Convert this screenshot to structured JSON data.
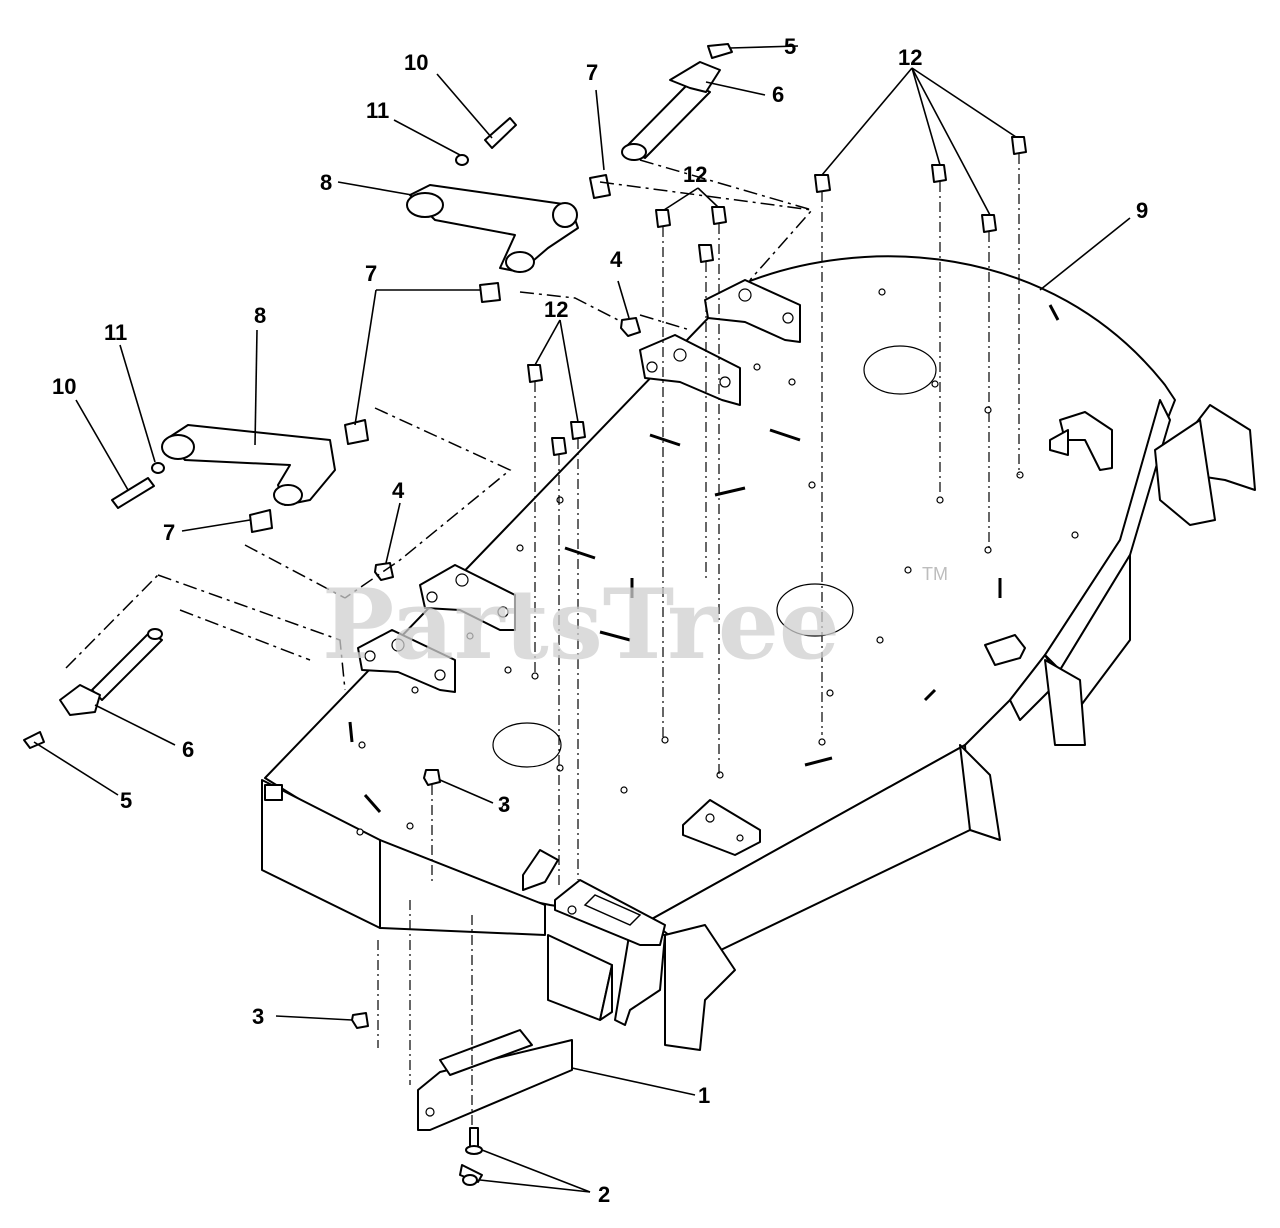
{
  "watermark": {
    "brand": "PartsTree",
    "trademark": "TM"
  },
  "callouts": {
    "c1": "1",
    "c2": "2",
    "c3a": "3",
    "c3b": "3",
    "c4a": "4",
    "c4b": "4",
    "c5a": "5",
    "c5b": "5",
    "c6a": "6",
    "c6b": "6",
    "c7a": "7",
    "c7b": "7",
    "c7c": "7",
    "c8a": "8",
    "c8b": "8",
    "c9": "9",
    "c10a": "10",
    "c10b": "10",
    "c11a": "11",
    "c11b": "11",
    "c12a": "12",
    "c12b": "12",
    "c12c": "12"
  }
}
